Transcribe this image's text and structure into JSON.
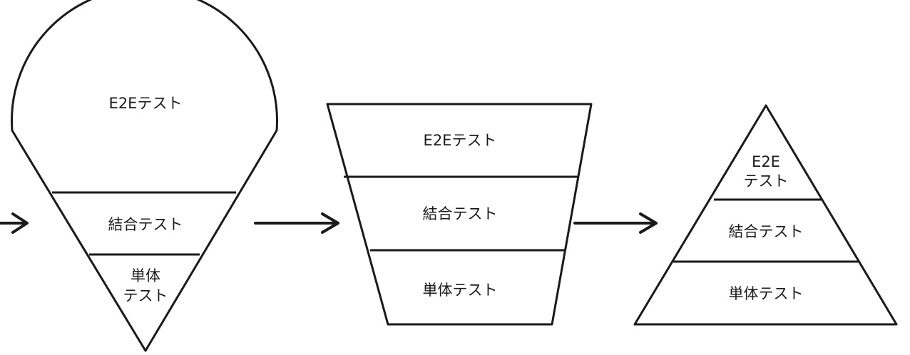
{
  "stages": [
    {
      "name": "ice-cream-cone",
      "layers": [
        {
          "lines": [
            "E2Eテスト"
          ]
        },
        {
          "lines": [
            "結合テスト"
          ]
        },
        {
          "lines": [
            "単体",
            "テスト"
          ]
        }
      ]
    },
    {
      "name": "trapezoid",
      "layers": [
        {
          "lines": [
            "E2Eテスト"
          ]
        },
        {
          "lines": [
            "結合テスト"
          ]
        },
        {
          "lines": [
            "単体テスト"
          ]
        }
      ]
    },
    {
      "name": "pyramid",
      "layers": [
        {
          "lines": [
            "E2E",
            "テスト"
          ]
        },
        {
          "lines": [
            "結合テスト"
          ]
        },
        {
          "lines": [
            "単体テスト"
          ]
        }
      ]
    }
  ],
  "colors": {
    "stroke": "#1a1a1a",
    "background": "#ffffff"
  }
}
